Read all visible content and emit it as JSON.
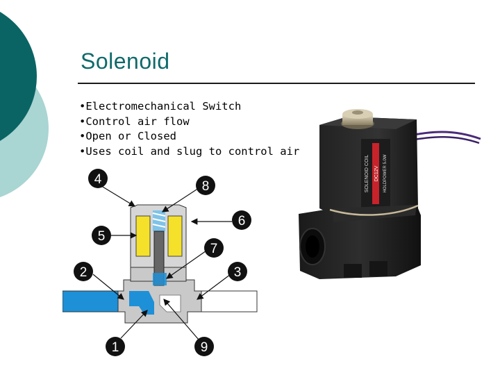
{
  "slide": {
    "title": "Solenoid",
    "bullets": [
      "Electromechanical Switch",
      "Control air flow",
      "Open or Closed",
      "Uses coil and slug to control air"
    ]
  },
  "diagram": {
    "callouts": [
      "1",
      "2",
      "3",
      "4",
      "5",
      "6",
      "7",
      "8",
      "9"
    ]
  },
  "photo": {
    "label_lines": [
      "SOLENOID COIL",
      "DC12V",
      "HOLDPOWER 5.0W"
    ]
  },
  "colors": {
    "title": "#0f6a6a",
    "corner_dark": "#0b6464",
    "corner_light": "#a9d5d3",
    "flow_blue": "#1e90d8",
    "coil_yellow": "#f5e12a",
    "spring_blue": "#7fc3e8"
  }
}
